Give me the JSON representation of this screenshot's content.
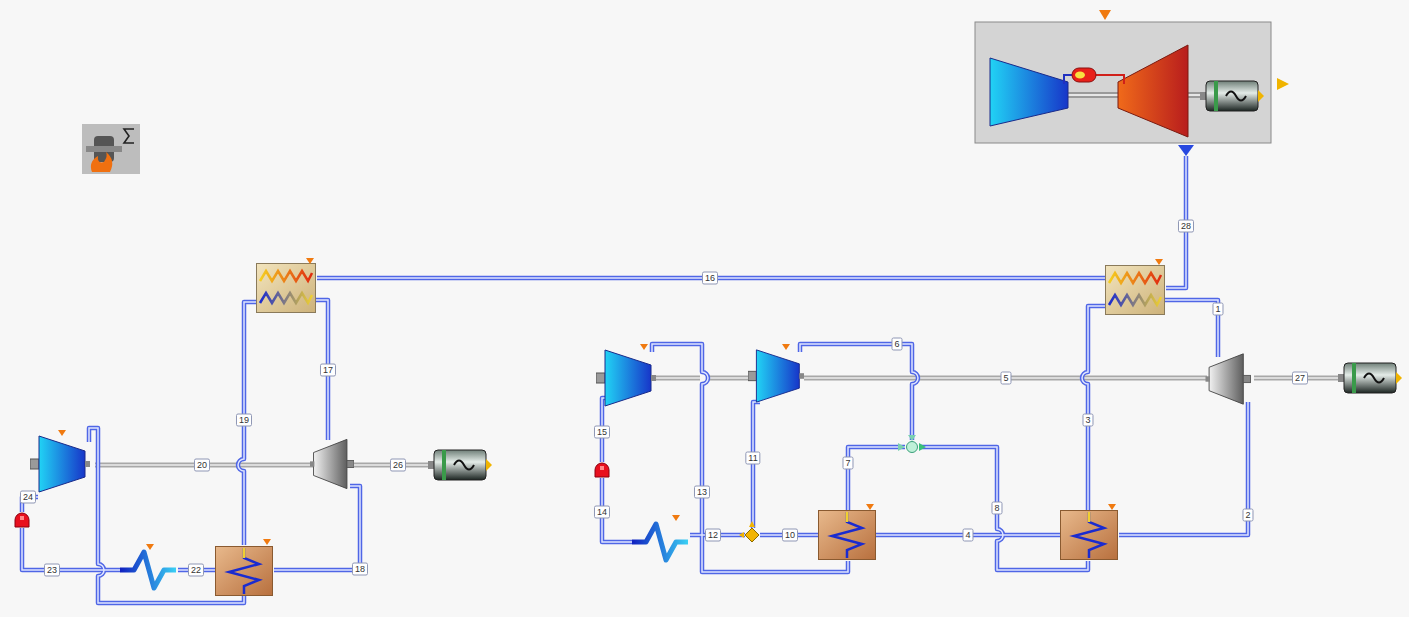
{
  "diagram": {
    "labels": [
      "28",
      "16",
      "1",
      "6",
      "5",
      "27",
      "19",
      "17",
      "3",
      "20",
      "26",
      "7",
      "11",
      "15",
      "13",
      "8",
      "24",
      "4",
      "2",
      "18",
      "14",
      "12",
      "10",
      "22",
      "23"
    ]
  }
}
